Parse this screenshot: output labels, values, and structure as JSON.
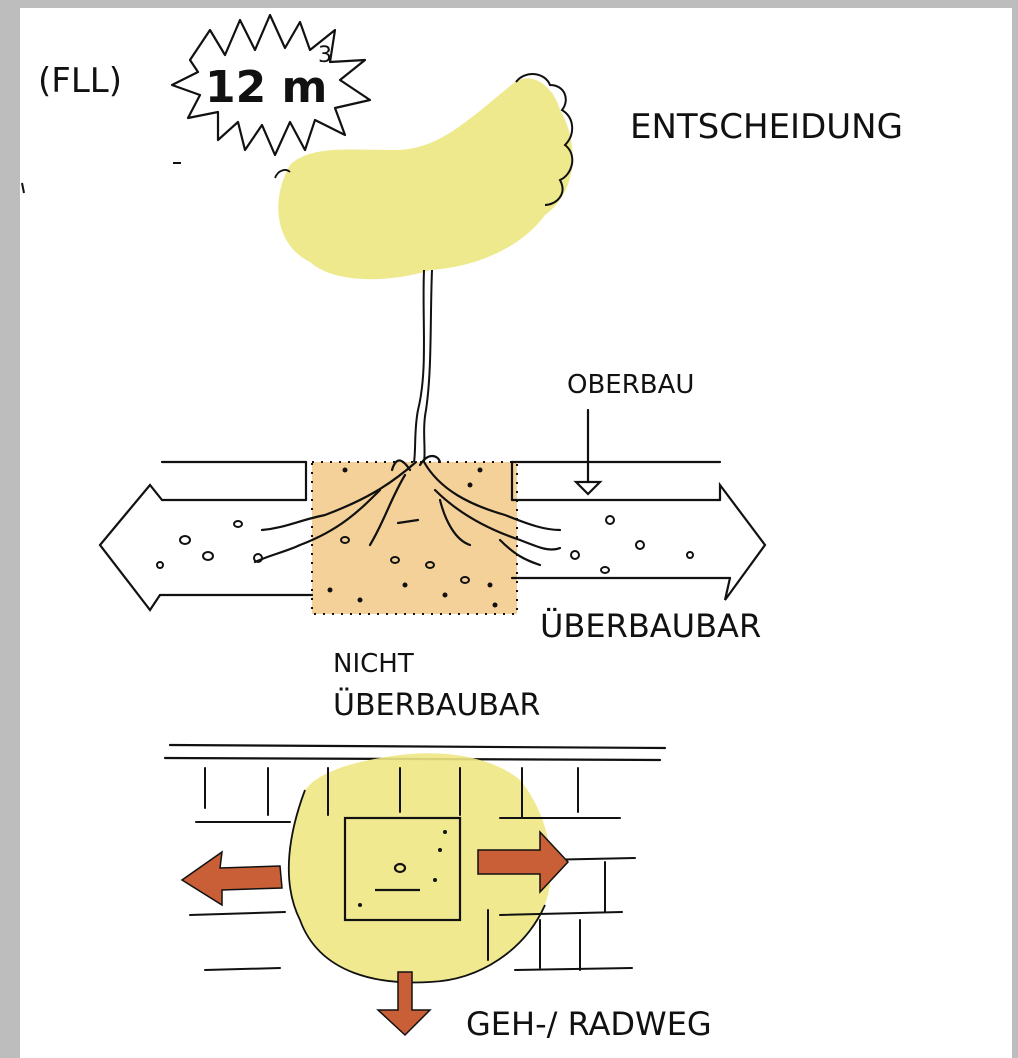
{
  "labels": {
    "fll": "(FLL)",
    "volume_value": "12 m",
    "volume_exponent": "3",
    "decision": "ENTSCHEIDUNG",
    "top_layer": "OBERBAU",
    "buildable": "ÜBERBAUBAR",
    "not_buildable_line1": "NICHT",
    "not_buildable_line2": "ÜBERBAUBAR",
    "walkway": "GEH-/ RADWEG"
  },
  "colors": {
    "ink": "#111111",
    "crown_yellow": "#eee783",
    "soil_ochre": "#f0c276",
    "arrow_rust": "#c95f36",
    "frame_grey": "#bdbdbd"
  }
}
